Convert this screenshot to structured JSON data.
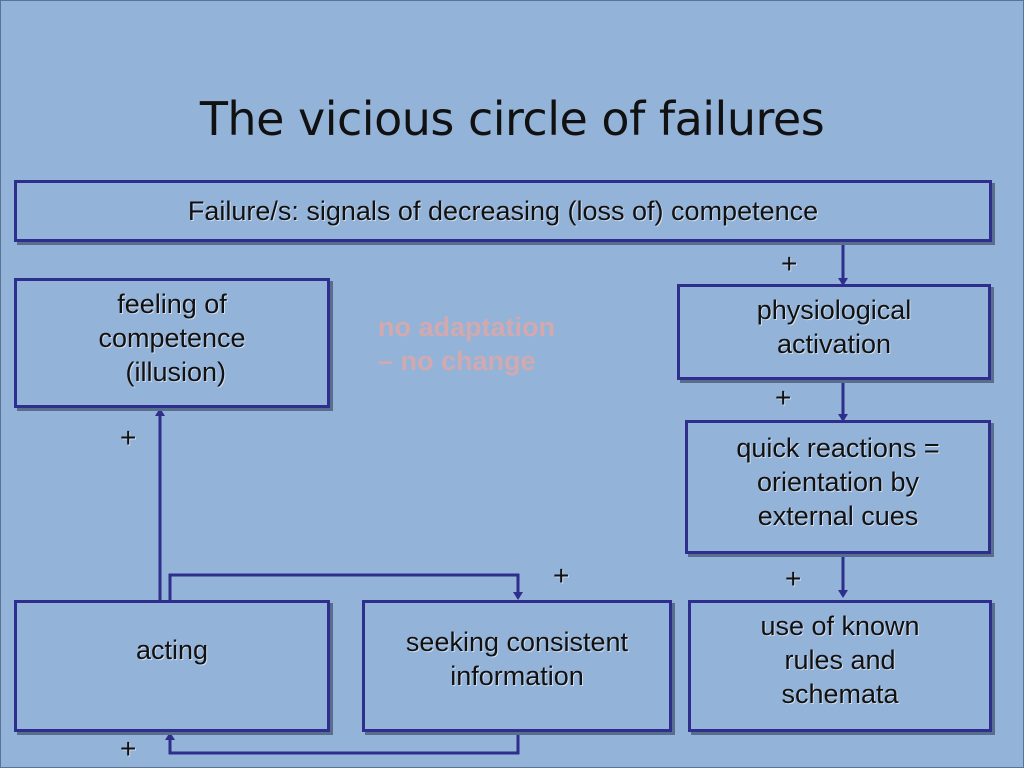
{
  "title": "The vicious circle of failures",
  "boxes": {
    "failure": "Failure/s: signals of decreasing (loss of) competence",
    "feeling": [
      "feeling of",
      "competence",
      " (illusion)"
    ],
    "physiological": [
      "physiological",
      "activation"
    ],
    "quick": [
      "quick reactions =",
      "orientation by",
      "external cues"
    ],
    "acting": "acting",
    "seeking": [
      "seeking consistent",
      "information"
    ],
    "rules": [
      "use of known",
      "rules and",
      "schemata"
    ]
  },
  "plus_sign": "+",
  "note": [
    "no adaptation",
    "– no change"
  ],
  "colors": {
    "background": "#94b3d9",
    "box_border": "#2e2e8c",
    "arrow": "#2e2e8c",
    "note_text": "#e6a6a2"
  }
}
